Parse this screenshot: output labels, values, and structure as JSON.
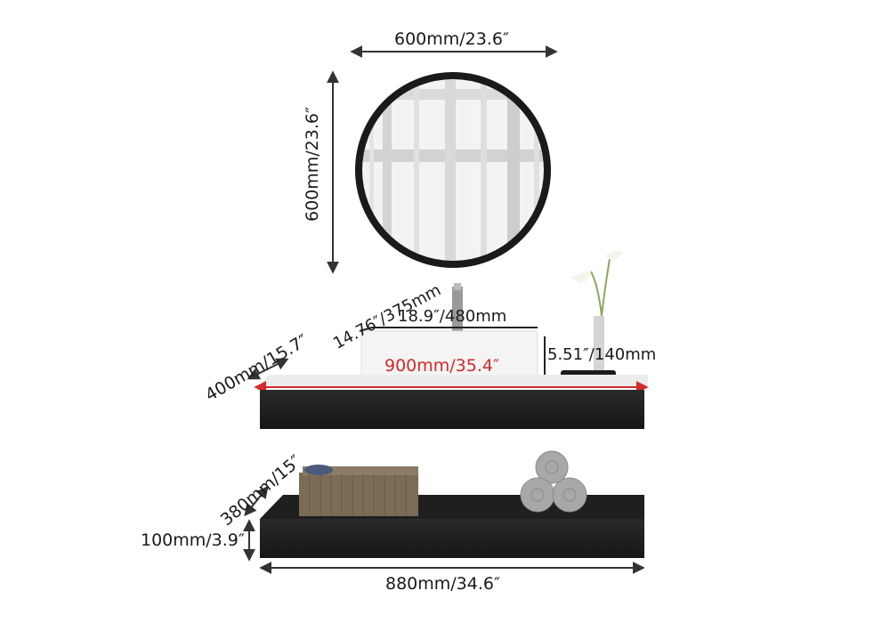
{
  "diagram": {
    "subject": "Floating bathroom vanity set with round mirror",
    "colors": {
      "background": "#ffffff",
      "dimension_line": "#333333",
      "highlight_dimension": "#d42a2a",
      "shelf_finish": "#1e1e1e",
      "mirror_frame": "#1a1a1a",
      "countertop": "#eeeeee"
    },
    "mirror": {
      "width_label": "600mm/23.6″",
      "height_label": "600mm/23.6″"
    },
    "vanity": {
      "depth_label": "400mm/15.7″",
      "width_label": "900mm/35.4″",
      "basin_depth_label": "14.76″/375mm",
      "basin_width_label": "18.9″/480mm",
      "basin_height_label": "5.51″/140mm"
    },
    "lower_shelf": {
      "depth_label": "380mm/15″",
      "height_label": "100mm/3.9″",
      "width_label": "880mm/34.6″"
    }
  }
}
